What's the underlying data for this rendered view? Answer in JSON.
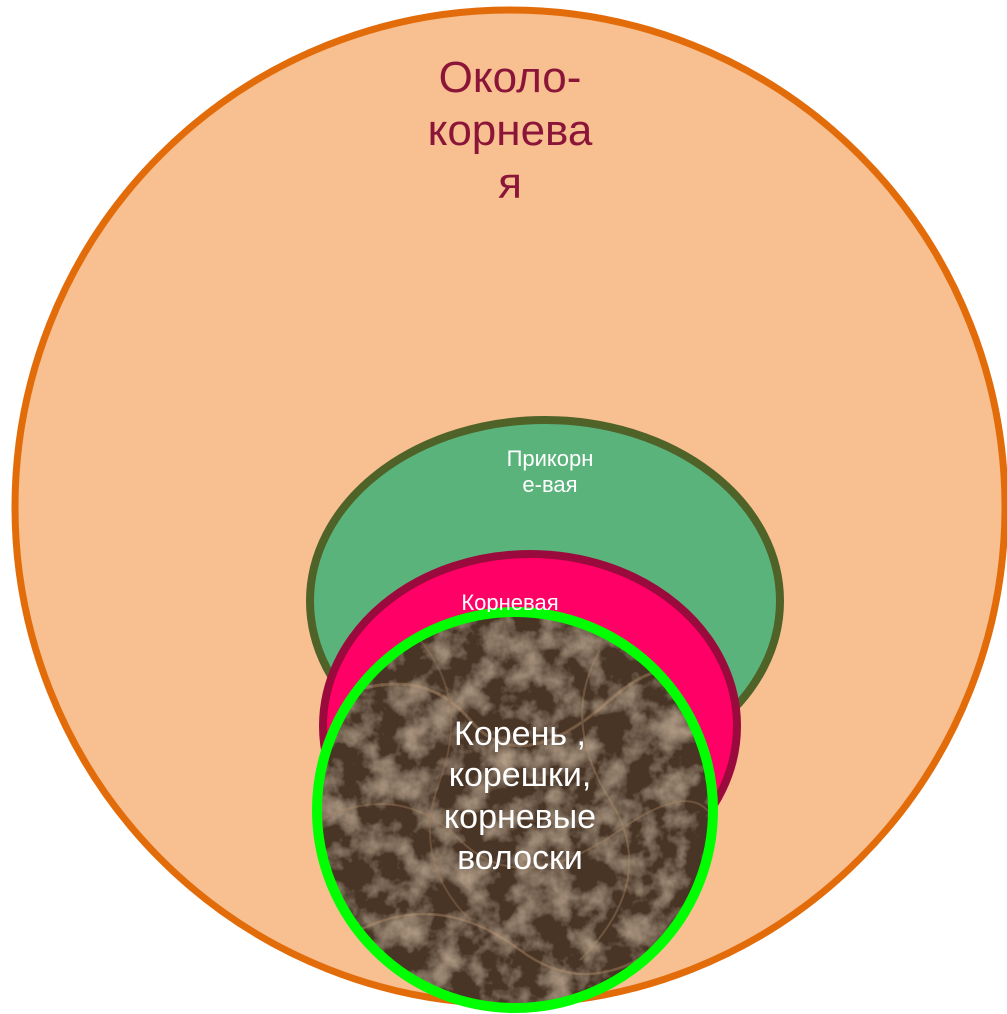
{
  "colors": {
    "outer_fill": "#f8bf90",
    "outer_stroke": "#e36c0a",
    "rhizoplane_fill": "#5bb37c",
    "rhizoplane_stroke": "#4f6228",
    "root_zone_fill": "#ff0066",
    "root_zone_stroke": "#9b0a3c",
    "root_fill": "#4a3426",
    "root_stroke": "#00ff00",
    "outer_text": "#8b1538",
    "inner_text": "#ffffff"
  },
  "zones": {
    "outer": {
      "lines": [
        "Около-",
        "корнева",
        "я"
      ]
    },
    "rhizoplane": {
      "lines": [
        "Прикорн",
        "е-вая"
      ]
    },
    "root_zone": {
      "label": "Корневая"
    },
    "root": {
      "lines": [
        "Корень ,",
        "корешки,",
        "корневые",
        "волоски"
      ]
    }
  }
}
